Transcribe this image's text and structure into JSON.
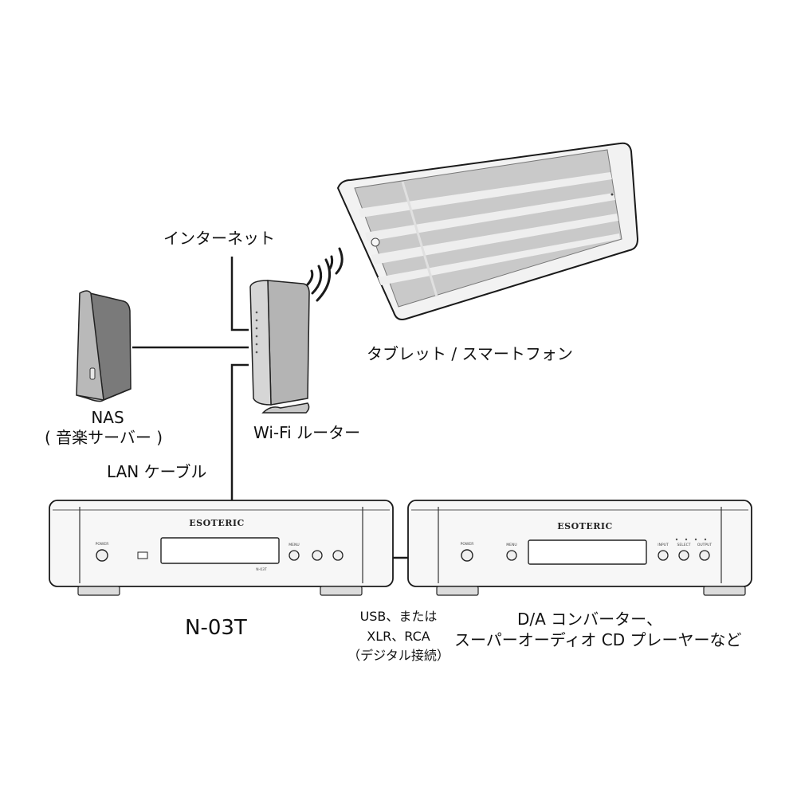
{
  "labels": {
    "internet": "インターネット",
    "nas": "NAS",
    "nas_sub": "( 音楽サーバー )",
    "router": "Wi-Fi ルーター",
    "tablet": "タブレット / スマートフォン",
    "lan_cable": "LAN ケーブル",
    "model": "N-03T",
    "connection_1": "USB、または",
    "connection_2": "XLR、RCA",
    "connection_3": "（デジタル接続）",
    "converter_1": "D/A コンバーター、",
    "converter_2": "スーパーオーディオ CD プレーヤーなど"
  },
  "devices": {
    "brand": "ESOTERIC",
    "n03t_panel": {
      "power": "POWER",
      "menu": "MENU",
      "model_tag": "N-03T"
    },
    "converter_panel": {
      "power": "POWER",
      "menu": "MENU",
      "input": "INPUT",
      "select": "SELECT",
      "output": "OUTPUT"
    }
  },
  "colors": {
    "line": "#1a1a1a",
    "device_face": "#f7f7f7",
    "router_body": "#c8c8c8",
    "nas_body": "#8a8a8a",
    "tablet_frame": "#eeeeee",
    "tablet_screen": "#c9c9c9"
  }
}
